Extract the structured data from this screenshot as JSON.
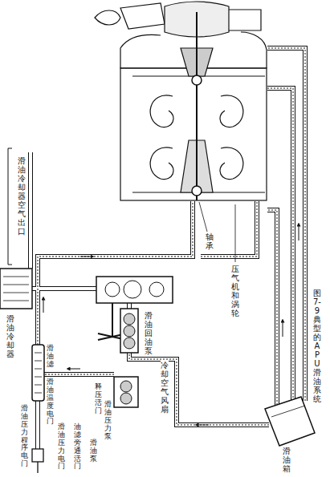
{
  "diagram": {
    "caption": "图7-9 典型的APU滑油系统",
    "labels": [
      "滑油冷却器空气出口",
      "轴承",
      "压气机和涡轮",
      "滑油冷却器",
      "滑油回油泵",
      "冷却空气风扇",
      "释压活门",
      "滑油滤",
      "滑油温度电门",
      "滑油压力泵",
      "滑油压力程序电门",
      "滑油压力电门",
      "油滤旁通活门",
      "滑油泵",
      "滑油箱"
    ]
  }
}
